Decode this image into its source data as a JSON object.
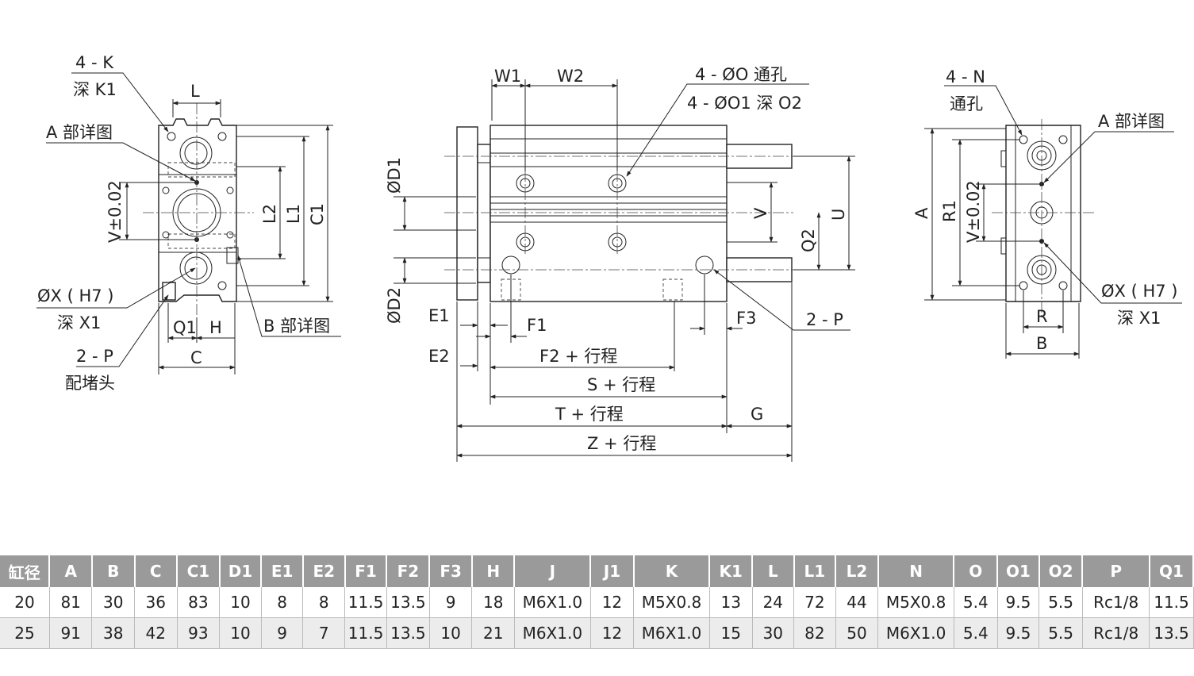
{
  "side_view": {
    "k_callout": "4 - K",
    "k_depth": "深 K1",
    "l": "L",
    "a_detail": "A 部详图",
    "v_tol": "V±0.02",
    "l2": "L2",
    "l1": "L1",
    "c1": "C1",
    "x_callout": "ØX ( H7 )",
    "x_depth": "深 X1",
    "q1": "Q1",
    "h": "H",
    "b_detail": "B 部详图",
    "p_callout": "2 - P",
    "p_plug": "配堵头",
    "c": "C"
  },
  "front_view": {
    "w1": "W1",
    "w2": "W2",
    "o_callout": "4 - ØO 通孔",
    "o1_callout": "4 - ØO1 深 O2",
    "d1": "ØD1",
    "d2": "ØD2",
    "v": "V",
    "q2": "Q2",
    "u": "U",
    "e1": "E1",
    "f1": "F1",
    "f3": "F3",
    "p_callout": "2 - P",
    "e2": "E2",
    "f2_stroke": "F2 + 行程",
    "s_stroke": "S + 行程",
    "t_stroke": "T + 行程",
    "g": "G",
    "z_stroke": "Z + 行程"
  },
  "end_view": {
    "n_callout": "4 - N",
    "n_through": "通孔",
    "a_detail": "A 部详图",
    "a": "A",
    "r1": "R1",
    "v_tol": "V±0.02",
    "x_callout": "ØX ( H7 )",
    "x_depth": "深 X1",
    "r": "R",
    "b": "B"
  },
  "table": {
    "headers": [
      "缸径",
      "A",
      "B",
      "C",
      "C1",
      "D1",
      "E1",
      "E2",
      "F1",
      "F2",
      "F3",
      "H",
      "J",
      "J1",
      "K",
      "K1",
      "L",
      "L1",
      "L2",
      "N",
      "O",
      "O1",
      "O2",
      "P",
      "Q1"
    ],
    "rows": [
      [
        "20",
        "81",
        "30",
        "36",
        "83",
        "10",
        "8",
        "8",
        "11.5",
        "13.5",
        "9",
        "18",
        "M6X1.0",
        "12",
        "M5X0.8",
        "13",
        "24",
        "72",
        "44",
        "M5X0.8",
        "5.4",
        "9.5",
        "5.5",
        "Rc1/8",
        "11.5"
      ],
      [
        "25",
        "91",
        "38",
        "42",
        "93",
        "10",
        "9",
        "7",
        "11.5",
        "13.5",
        "10",
        "21",
        "M6X1.0",
        "12",
        "M6X1.0",
        "15",
        "30",
        "82",
        "50",
        "M6X1.0",
        "5.4",
        "9.5",
        "5.5",
        "Rc1/8",
        "13.5"
      ]
    ]
  }
}
